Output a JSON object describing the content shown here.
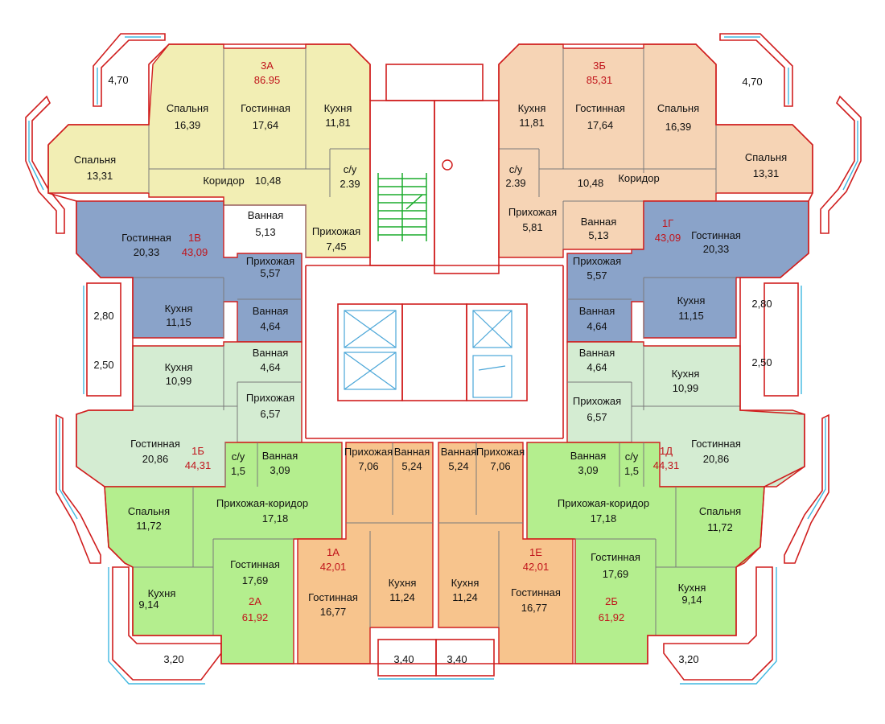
{
  "colors": {
    "apt_3a": "#f2eeb4",
    "apt_3b": "#f6d4b5",
    "apt_1v": "#8aa3c9",
    "apt_1b": "#d4ecd2",
    "apt_2": "#b4ee8e",
    "apt_1a": "#f7c48d",
    "wall": "#d01e1e",
    "stairs": "#1aab2c",
    "elevator": "#4aa6d8"
  },
  "apartments": [
    {
      "code": "3А",
      "area": "86.95"
    },
    {
      "code": "3Б",
      "area": "85,31"
    },
    {
      "code": "1В",
      "area": "43,09"
    },
    {
      "code": "1Г",
      "area": "43,09"
    },
    {
      "code": "1Б",
      "area": "44,31"
    },
    {
      "code": "1Д",
      "area": "44,31"
    },
    {
      "code": "1А",
      "area": "42,01"
    },
    {
      "code": "1Е",
      "area": "42,01"
    },
    {
      "code": "2А",
      "area": "61,92"
    },
    {
      "code": "2Б",
      "area": "61,92"
    }
  ],
  "rooms": [
    {
      "name": "Спальня",
      "area": "16,39"
    },
    {
      "name": "Гостинная",
      "area": "17,64"
    },
    {
      "name": "Кухня",
      "area": "11,81"
    },
    {
      "name": "Спальня",
      "area": "13,31"
    },
    {
      "name": "Коридор",
      "area": "10,48"
    },
    {
      "name": "с/у",
      "area": "2.39"
    },
    {
      "name": "Ванная",
      "area": "5,13"
    },
    {
      "name": "Прихожая",
      "area": "7,45"
    },
    {
      "name": "Кухня",
      "area": "11,81"
    },
    {
      "name": "Гостинная",
      "area": "17,64"
    },
    {
      "name": "Спальня",
      "area": "16,39"
    },
    {
      "name": "Спальня",
      "area": "13,31"
    },
    {
      "name": "с/у",
      "area": "2.39"
    },
    {
      "name": "Коридор",
      "area": "10,48"
    },
    {
      "name": "Прихожая",
      "area": "5,81"
    },
    {
      "name": "Ванная",
      "area": "5,13"
    },
    {
      "name": "Гостинная",
      "area": "20,33"
    },
    {
      "name": "Прихожая",
      "area": "5,57"
    },
    {
      "name": "Кухня",
      "area": "11,15"
    },
    {
      "name": "Ванная",
      "area": "4,64"
    },
    {
      "name": "Гостинная",
      "area": "20,33"
    },
    {
      "name": "Прихожая",
      "area": "5,57"
    },
    {
      "name": "Ванная",
      "area": "4,64"
    },
    {
      "name": "Кухня",
      "area": "11,15"
    },
    {
      "name": "Кухня",
      "area": "10,99"
    },
    {
      "name": "Ванная",
      "area": "4,64"
    },
    {
      "name": "Прихожая",
      "area": "6,57"
    },
    {
      "name": "Гостинная",
      "area": "20,86"
    },
    {
      "name": "с/у",
      "area": "1,5"
    },
    {
      "name": "Ванная",
      "area": "3,09"
    },
    {
      "name": "Ванная",
      "area": "4,64"
    },
    {
      "name": "Кухня",
      "area": "10,99"
    },
    {
      "name": "Прихожая",
      "area": "6,57"
    },
    {
      "name": "Гостинная",
      "area": "20,86"
    },
    {
      "name": "Ванная",
      "area": "3,09"
    },
    {
      "name": "с/у",
      "area": "1,5"
    },
    {
      "name": "Прихожая",
      "area": "7,06"
    },
    {
      "name": "Ванная",
      "area": "5,24"
    },
    {
      "name": "Ванная",
      "area": "5,24"
    },
    {
      "name": "Прихожая",
      "area": "7,06"
    },
    {
      "name": "Спальня",
      "area": "11,72"
    },
    {
      "name": "Прихожая-коридор",
      "area": "17,18"
    },
    {
      "name": "Прихожая-коридор",
      "area": "17,18"
    },
    {
      "name": "Спальня",
      "area": "11,72"
    },
    {
      "name": "Гостинная",
      "area": "17,69"
    },
    {
      "name": "Кухня",
      "area": "9,14"
    },
    {
      "name": "Гостинная",
      "area": "16,77"
    },
    {
      "name": "Кухня",
      "area": "11,24"
    },
    {
      "name": "Кухня",
      "area": "11,24"
    },
    {
      "name": "Гостинная",
      "area": "16,77"
    },
    {
      "name": "Гостинная",
      "area": "17,69"
    },
    {
      "name": "Кухня",
      "area": "9,14"
    }
  ],
  "balconies": [
    "4,70",
    "4,70",
    "2,80",
    "2,80",
    "2,50",
    "2,50",
    "3,20",
    "3,20",
    "3,40",
    "3,40"
  ]
}
